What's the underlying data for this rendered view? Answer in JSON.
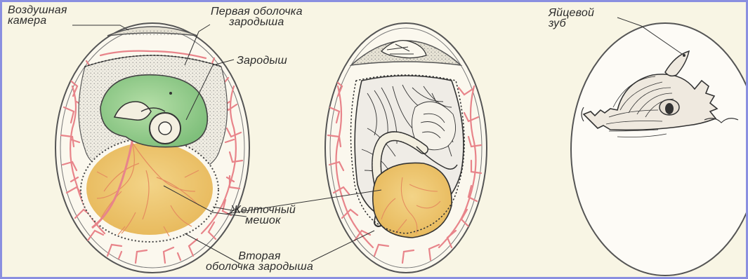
{
  "labels": {
    "air_chamber": "Воздушная\nкамера",
    "first_membrane": "Первая оболочка\nзародыша",
    "embryo": "Зародыш",
    "yolk_sac": "Желточный\nмешок",
    "second_membrane": "Вторая\nоболочка зародыша",
    "egg_tooth": "Яйцевой\nзуб"
  },
  "colors": {
    "frame": "#8a8fe0",
    "background": "#f8f5e4",
    "vessels": "#e8848a",
    "embryo_sac": "#8fc88a",
    "yolk": "#eec870",
    "shell_outline": "#555555"
  }
}
